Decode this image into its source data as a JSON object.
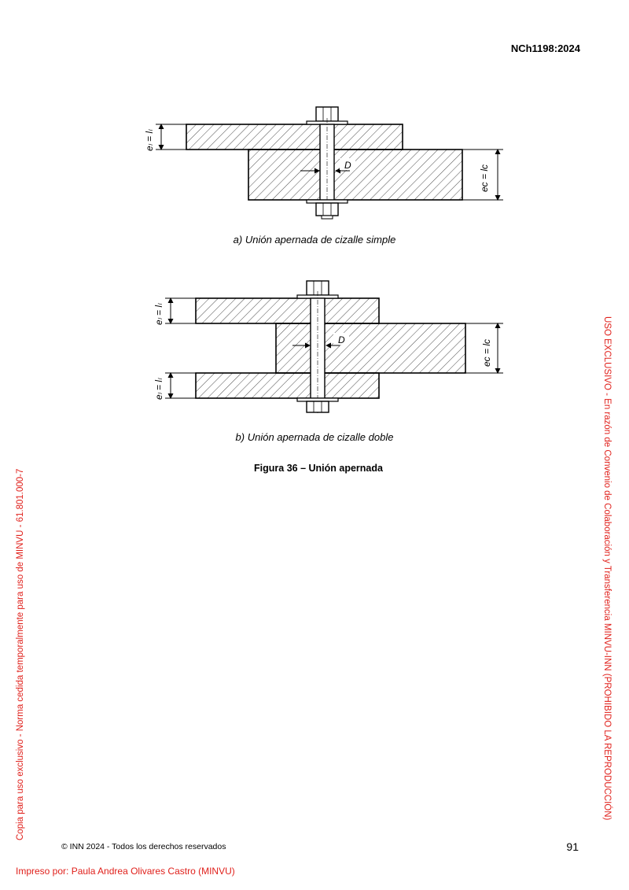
{
  "header": {
    "doc_code": "NCh1198:2024"
  },
  "figure": {
    "title": "Figura 36 – Unión apernada",
    "part_a": {
      "caption": "a)  Unión apernada de cizalle simple",
      "label_left": "eₗ = lₗ",
      "label_right": "eᴄ = lᴄ",
      "label_d": "D"
    },
    "part_b": {
      "caption": "b)  Unión apernada de cizalle doble",
      "label_left_top": "eₗ = lₗ",
      "label_left_bottom": "eₗ = lₗ",
      "label_right": "eᴄ = lᴄ",
      "label_d": "D"
    }
  },
  "footer": {
    "copyright": "© INN 2024 - Todos los derechos reservados",
    "page_number": "91",
    "printed_by": "Impreso por: Paula Andrea Olivares Castro (MINVU)"
  },
  "watermarks": {
    "left": "Copia para uso exclusivo - Norma cedida temporalmente para uso de MINVU - 61.801.000-7",
    "right": "USO EXCLUSIVO - En razón de Convenio de Colaboración y Transferencia MINVU-INN (PROHIBIDO LA REPRODUCCIÓN)"
  }
}
